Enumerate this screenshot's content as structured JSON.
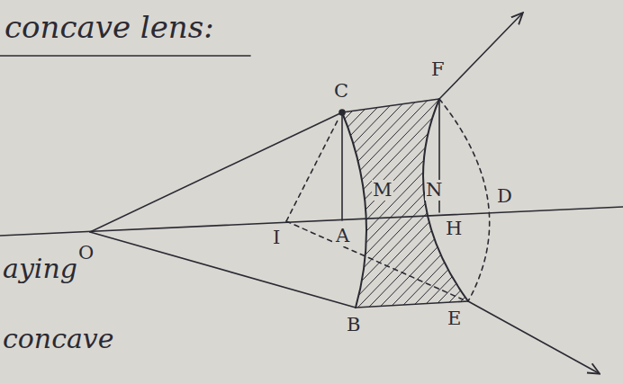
{
  "diagram": {
    "title": "concave lens:",
    "labels": [
      "C",
      "F",
      "O",
      "I",
      "A",
      "M",
      "N",
      "H",
      "D",
      "B",
      "E",
      "aying",
      "concave"
    ]
  }
}
